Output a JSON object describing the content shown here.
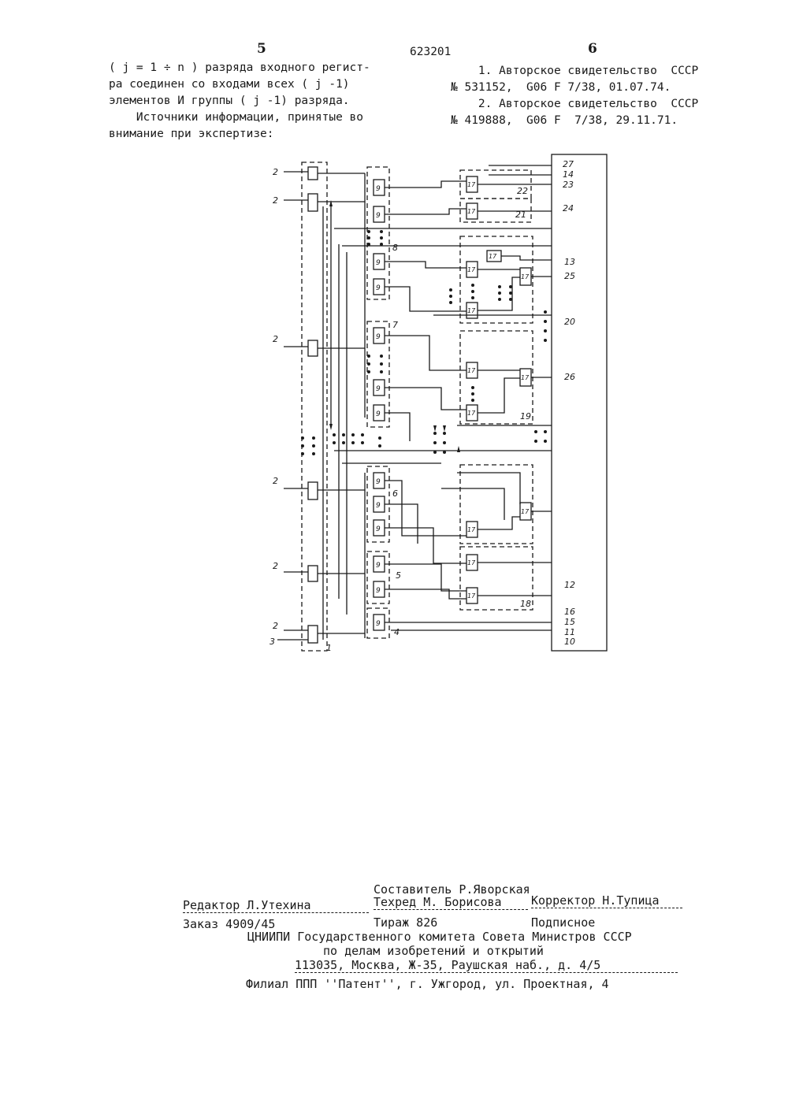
{
  "header": {
    "page_left": "5",
    "patent_number": "623201",
    "page_right": "6"
  },
  "left_column": {
    "lines": [
      "( j = 1 ÷ n ) разряда входного регист-",
      "ра соединен со входами всех ( j -1)",
      "элементов И группы ( j -1) разряда.",
      "    Источники информации, принятые во",
      "внимание при экспертизе:"
    ]
  },
  "right_column": {
    "lines": [
      "    1. Авторское свидетельство  СССР",
      "№ 531152,  G06 F 7/38, 01.07.74.",
      "",
      "    2. Авторское свидетельство  СССР",
      "№ 419888,  G06 F  7/38, 29.11.71."
    ]
  },
  "figure": {
    "labels": {
      "input": "2",
      "input_extra": "3",
      "reg": "1",
      "and_gate": "9",
      "gate17": "17",
      "g4": "4",
      "g5": "5",
      "g6": "6",
      "g7": "7",
      "g8": "8",
      "o10": "10",
      "o11": "11",
      "o12": "12",
      "o13": "13",
      "o14": "14",
      "o15": "15",
      "o16": "16",
      "g18": "18",
      "g19": "19",
      "o20": "20",
      "g21": "21",
      "g22": "22",
      "o23": "23",
      "o24": "24",
      "o25": "25",
      "o26": "26",
      "o27": "27"
    }
  },
  "footer": {
    "compiler": "Составитель Р.Яворская",
    "editor": "Редактор Л.Утехина",
    "techred": "Техред М. Борисова",
    "corrector": "Корректор Н.Тупица",
    "order": "Заказ 4909/45",
    "tirazh": "Тираж 826",
    "podpisnoe": "Подписное",
    "org_line1": "ЦНИИПИ Государственного комитета Совета Министров СССР",
    "org_line2": "по делам изобретений и открытий",
    "address": "113035, Москва, Ж-35, Раушская наб., д. 4/5",
    "branch": "Филиал ППП ''Патент'', г. Ужгород, ул. Проектная, 4"
  }
}
